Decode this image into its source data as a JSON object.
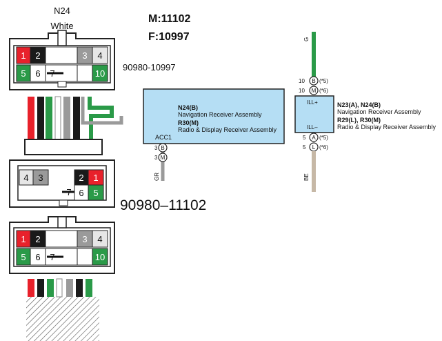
{
  "header": {
    "connector_name": "N24",
    "connector_color": "White",
    "code_m": "M:11102",
    "code_f": "F:10997"
  },
  "connectors": {
    "top_part_number": "90980-10997",
    "middle_part_number": "90980–11102"
  },
  "pins": {
    "p1": "1",
    "p2": "2",
    "p3": "3",
    "p4": "4",
    "p5": "5",
    "p6": "6",
    "p7": "7",
    "p10": "10"
  },
  "left_module": {
    "ref": "N24(B)",
    "name1": "Navigation Receiver Assembly",
    "ref2": "R30(M)",
    "name2": "Radio & Display Receiver Assembly",
    "terminal_label": "ACC1",
    "pin_b": "3",
    "letter_b": "B",
    "pin_m": "3",
    "letter_m": "M",
    "wire_color": "GR"
  },
  "right_module": {
    "wire_top": "G",
    "wire_bottom": "BE",
    "ill_plus": "ILL+",
    "ill_minus": "ILL–",
    "pin_b": "10",
    "letter_b": "B",
    "note_b": "(*5)",
    "pin_m": "10",
    "letter_m": "M",
    "note_m": "(*6)",
    "pin_a": "5",
    "letter_a": "A",
    "note_a": "(*5)",
    "pin_l": "5",
    "letter_l": "L",
    "note_l": "(*6)",
    "ref": "N23(A), N24(B)",
    "name1": "Navigation Receiver Assembly",
    "ref2": "R29(L), R30(M)",
    "name2": "Radio & Display Receiver Assembly"
  },
  "colors": {
    "red": "#e8212b",
    "black": "#1a1a1a",
    "green": "#2a9a48",
    "gray": "#9a9a9a",
    "light_gray": "#e6e6e6",
    "beige": "#c6b8a6",
    "module_blue": "#b5def4"
  }
}
